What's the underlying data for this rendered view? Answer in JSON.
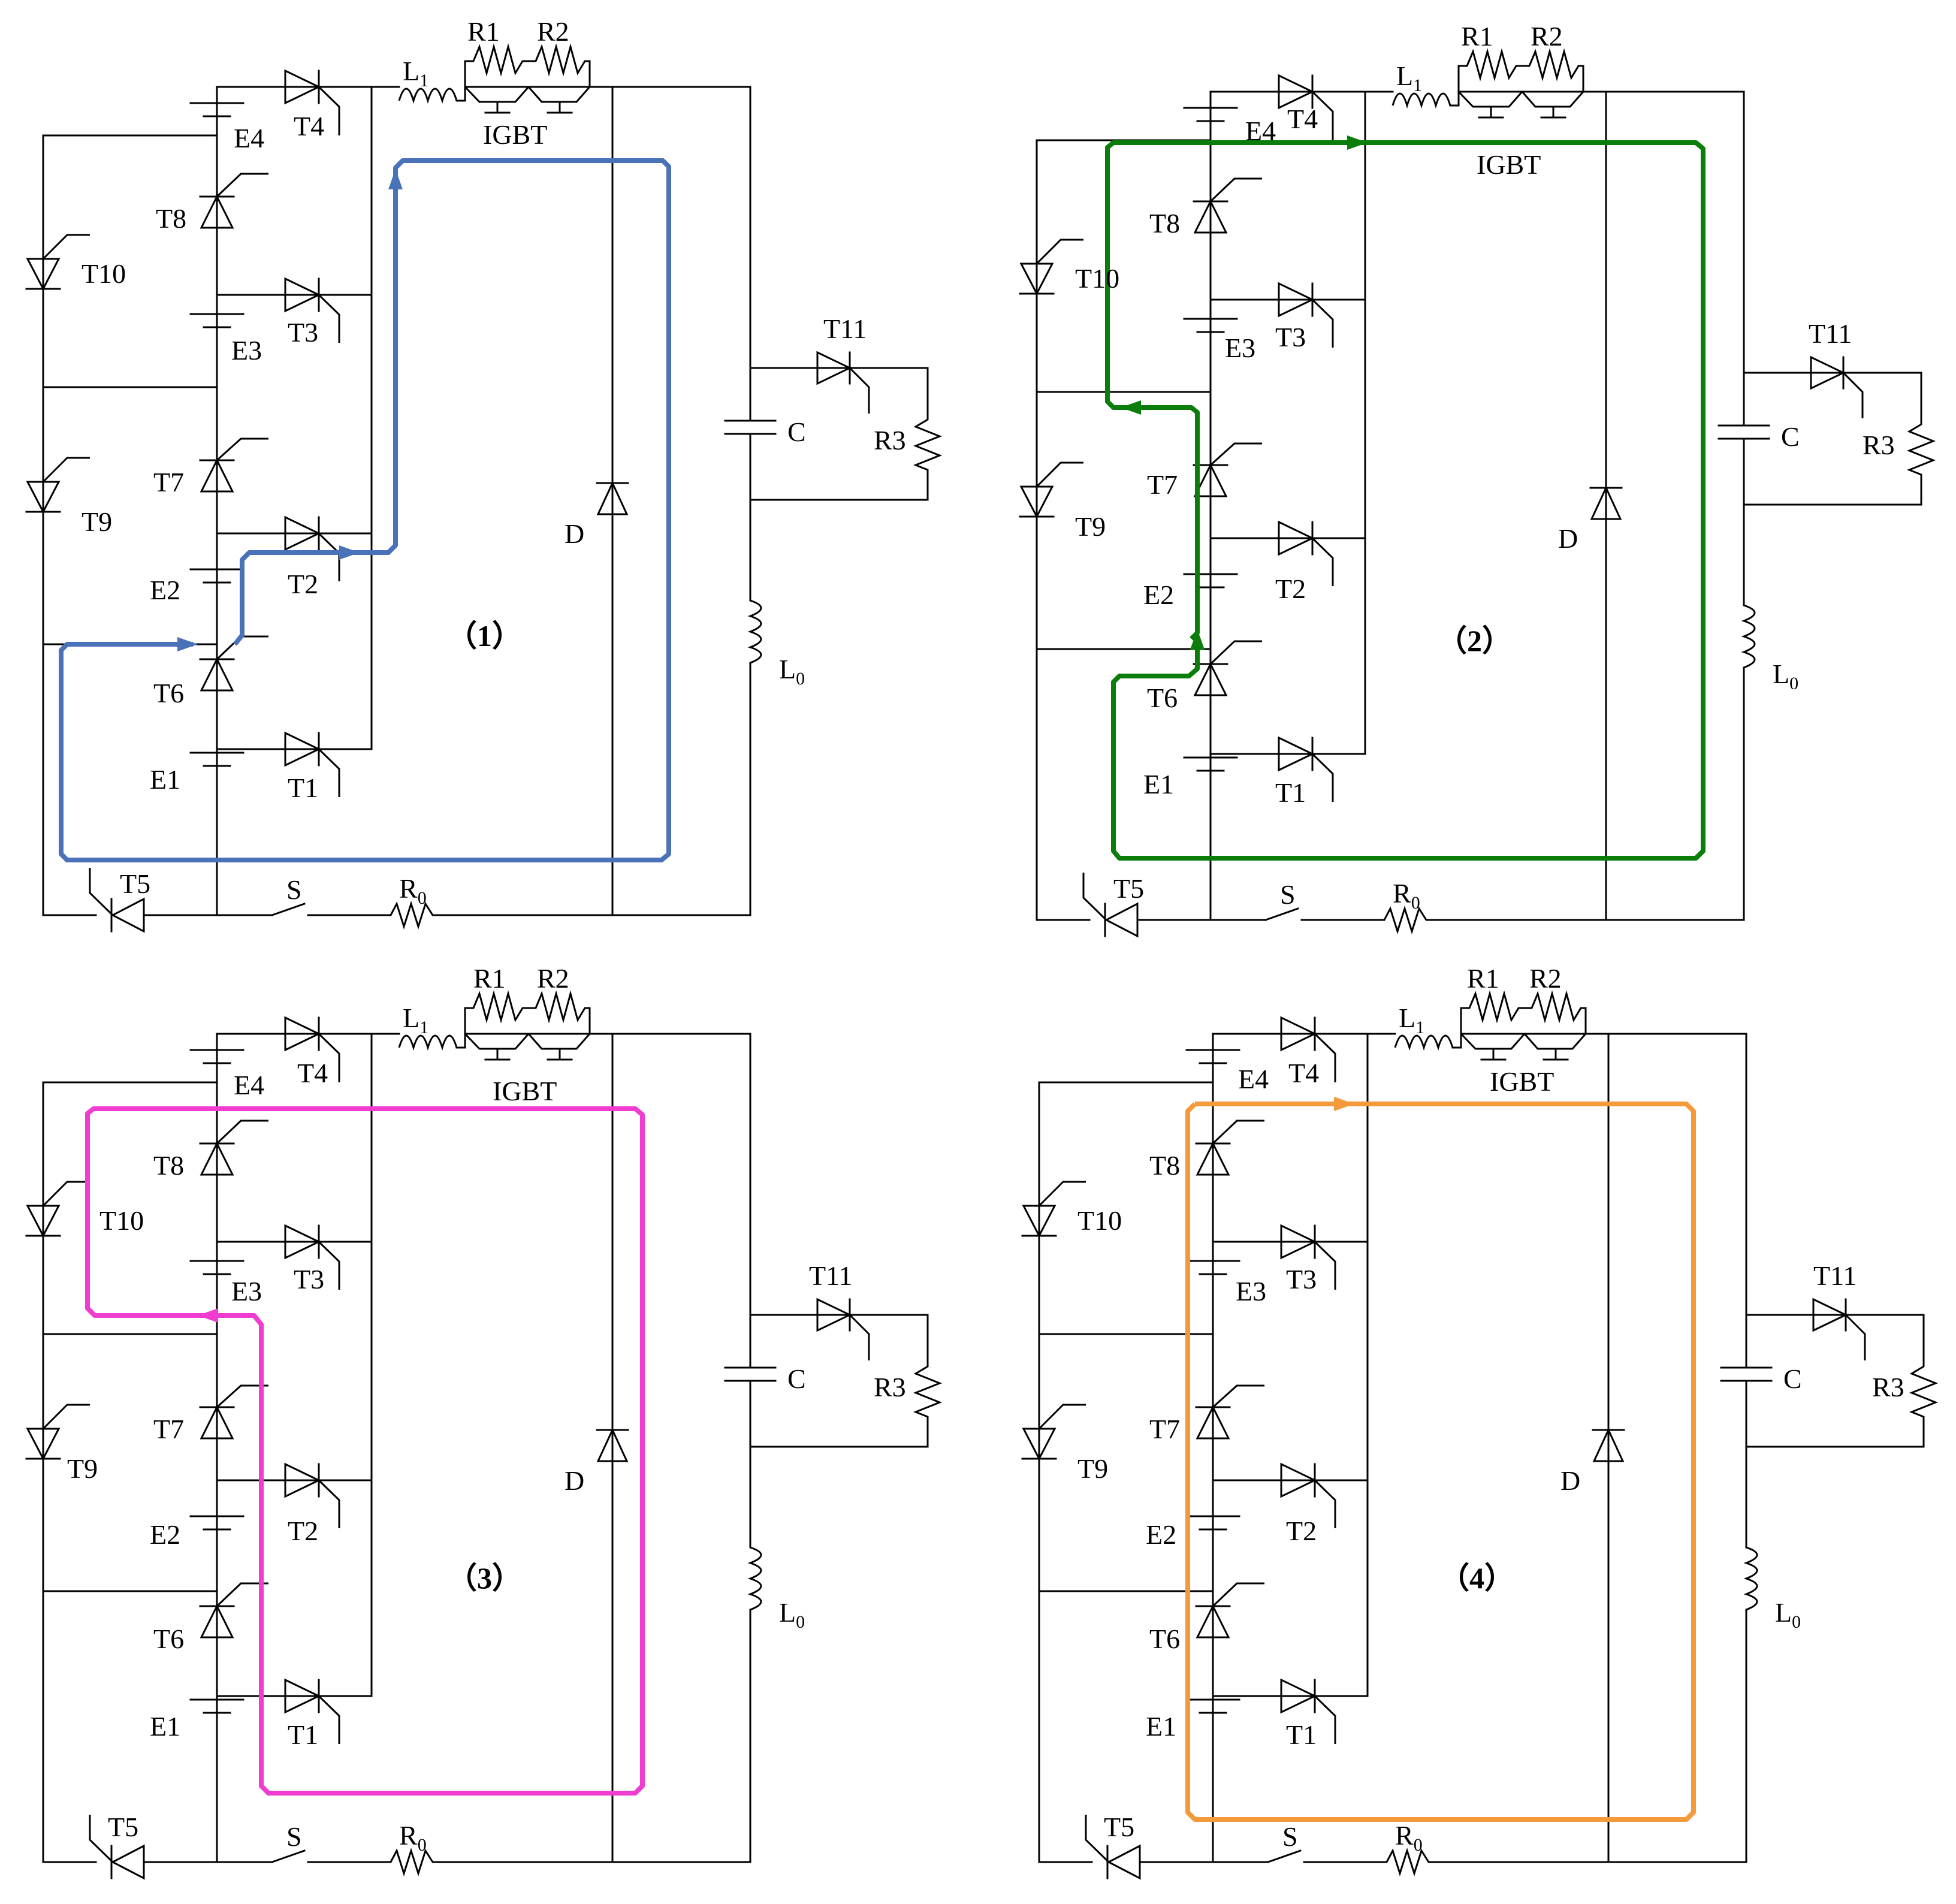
{
  "labels": {
    "T1": "T1",
    "T2": "T2",
    "T3": "T3",
    "T4": "T4",
    "T5": "T5",
    "T6": "T6",
    "T7": "T7",
    "T8": "T8",
    "T9": "T9",
    "T10": "T10",
    "T11": "T11",
    "E1": "E1",
    "E2": "E2",
    "E3": "E3",
    "E4": "E4",
    "L1_main": "L",
    "L1_sub": "1",
    "L0_main": "L",
    "L0_sub": "0",
    "R0_main": "R",
    "R0_sub": "0",
    "R1": "R1",
    "R2": "R2",
    "R3": "R3",
    "IGBT": "IGBT",
    "C": "C",
    "D": "D",
    "S": "S"
  },
  "panels": [
    {
      "caption": "（1）",
      "path_color": "#4a72b8"
    },
    {
      "caption": "（2）",
      "path_color": "#0a7d0a"
    },
    {
      "caption": "（3）",
      "path_color": "#f03cd0"
    },
    {
      "caption": "（4）",
      "path_color": "#f59a3a"
    }
  ]
}
